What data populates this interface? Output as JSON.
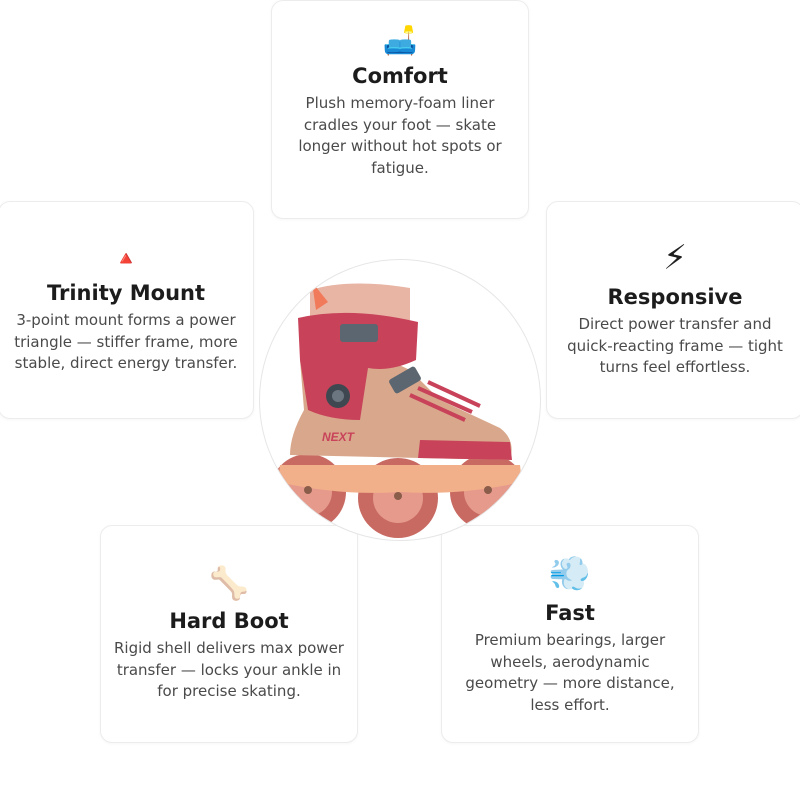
{
  "features": {
    "comfort": {
      "icon": "couch-and-lamp-icon",
      "glyph": "🛋️",
      "title": "Comfort",
      "description": "Plush memory-foam liner cradles your foot — skate longer without hot spots or fatigue."
    },
    "trinity": {
      "icon": "red-triangle-icon",
      "glyph": "🔺",
      "title": "Trinity Mount",
      "description": "3-point mount forms a power triangle — stiffer frame, more stable, direct energy transfer."
    },
    "responsive": {
      "icon": "lightning-icon",
      "glyph": "⚡",
      "title": "Responsive",
      "description": "Direct power transfer and quick-reacting frame — tight turns feel effortless."
    },
    "hardboot": {
      "icon": "bone-icon",
      "glyph": "🦴",
      "title": "Hard Boot",
      "description": "Rigid shell delivers max power transfer — locks your ankle in for precise skating."
    },
    "fast": {
      "icon": "dashing-away-icon",
      "glyph": "💨",
      "title": "Fast",
      "description": "Premium bearings, larger wheels, aerodynamic geometry — more distance, less effort."
    }
  },
  "product": {
    "brand_mark": "NEXT",
    "colors": {
      "shell": "#d9a88c",
      "cuff": "#c8435a",
      "liner": "#e8b4a4",
      "frame": "#f2b08a",
      "wheel": "#c86a62",
      "buckle": "#5b6670"
    }
  }
}
